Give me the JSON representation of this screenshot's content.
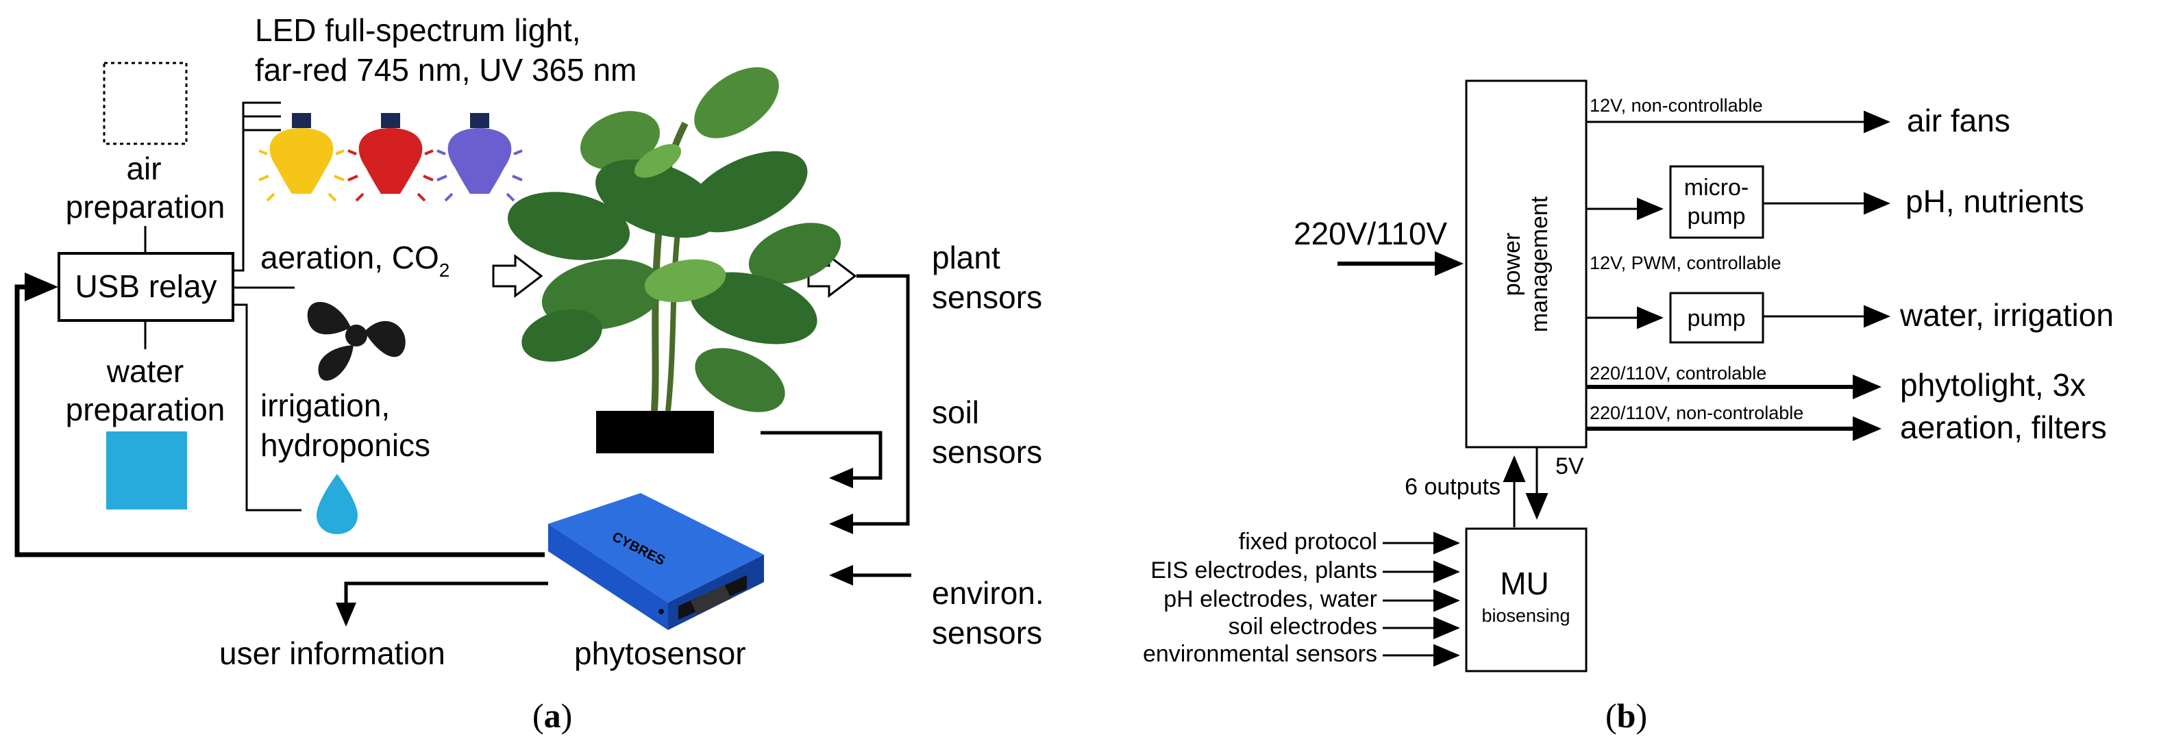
{
  "panel_a": {
    "caption_letter": "a",
    "led_line1": "LED full-spectrum light,",
    "led_line2": "far-red 745 nm, UV 365 nm",
    "air_line1": "air",
    "air_line2": "preparation",
    "usb_relay": "USB relay",
    "water_line1": "water",
    "water_line2": "preparation",
    "aeration": "aeration, CO",
    "aeration_sub": "2",
    "irrigation_line1": "irrigation,",
    "irrigation_line2": "hydroponics",
    "plant_sensors_line1": "plant",
    "plant_sensors_line2": "sensors",
    "soil_sensors_line1": "soil",
    "soil_sensors_line2": "sensors",
    "environ_sensors_line1": "environ.",
    "environ_sensors_line2": "sensors",
    "user_information": "user information",
    "phytosensor": "phytosensor",
    "device_brand": "CYBRES",
    "colors": {
      "bulb_yellow": "#f5c518",
      "bulb_red": "#d42020",
      "bulb_violet": "#6a5fcf",
      "water_square": "#27aadc",
      "water_drop": "#27aadc",
      "leaf_dark": "#2f6b2a",
      "leaf_mid": "#4e8c3a",
      "device_blue": "#1c55c7"
    }
  },
  "panel_b": {
    "caption_letter": "b",
    "power_management_line1": "power",
    "power_management_line2": "management",
    "input_voltage": "220V/110V",
    "line_12v_noncontrol": "12V, non-controllable",
    "line_12v_pwm": "12V, PWM, controllable",
    "line_220_control": "220/110V, controlable",
    "line_220_noncontrol": "220/110V, non-controlable",
    "out_air_fans": "air fans",
    "micropump_line1": "micro-",
    "micropump_line2": "pump",
    "out_ph_nutrients": "pH, nutrients",
    "pump": "pump",
    "out_water_irrigation": "water, irrigation",
    "out_phytolight": "phytolight, 3x",
    "out_aeration_filters": "aeration, filters",
    "six_outputs": "6 outputs",
    "five_v": "5V",
    "mu_label": "MU",
    "mu_sub": "biosensing",
    "inputs": [
      "fixed protocol",
      "EIS electrodes, plants",
      "pH electrodes, water",
      "soil electrodes",
      "environmental sensors"
    ],
    "colors": {
      "mu_red": "#d42020"
    }
  }
}
